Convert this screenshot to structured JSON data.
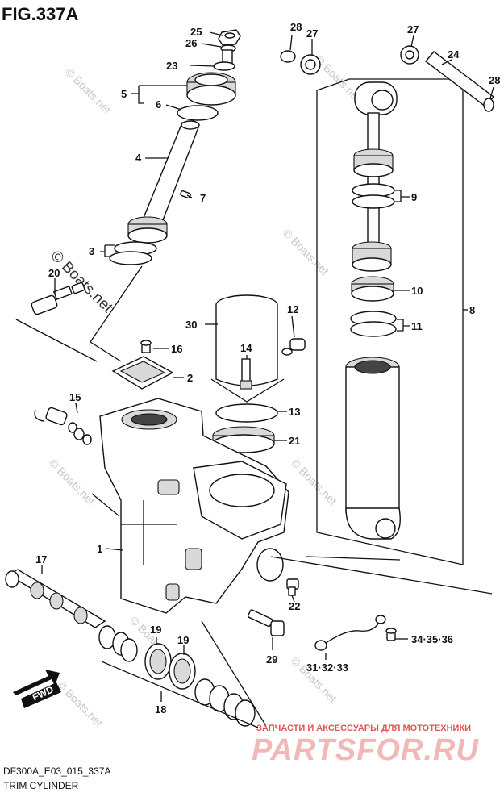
{
  "figure": {
    "title": "FIG.337A",
    "code": "DF300A_E03_015_337A",
    "caption": "TRIM CYLINDER"
  },
  "watermarks": {
    "copyright_main": "© Boats.net",
    "copyright_small": "© Boats.net"
  },
  "brand": {
    "tagline": "ЗАПЧАСТИ И АКСЕССУАРЫ ДЛЯ МОТОТЕХНИКИ",
    "name": "PARTSFOR.RU"
  },
  "direction": {
    "label": "FWD"
  },
  "labels": {
    "l25": "25",
    "l26": "26",
    "l23": "23",
    "l5": "5",
    "l6": "6",
    "l4": "4",
    "l7": "7",
    "l3": "3",
    "l20": "20",
    "l28a": "28",
    "l27a": "27",
    "l27b": "27",
    "l24": "24",
    "l28b": "28",
    "l9": "9",
    "l10": "10",
    "l11": "11",
    "l8": "8",
    "l30": "30",
    "l12": "12",
    "l14": "14",
    "l16": "16",
    "l2": "2",
    "l15": "15",
    "l13": "13",
    "l21": "21",
    "l1": "1",
    "l17": "17",
    "l22": "22",
    "l19a": "19",
    "l19b": "19",
    "l18": "18",
    "l29": "29",
    "l343536": "34·35·36",
    "l313233": "31·32·33"
  },
  "colors": {
    "line": "#111111",
    "brand": "#e05555"
  }
}
